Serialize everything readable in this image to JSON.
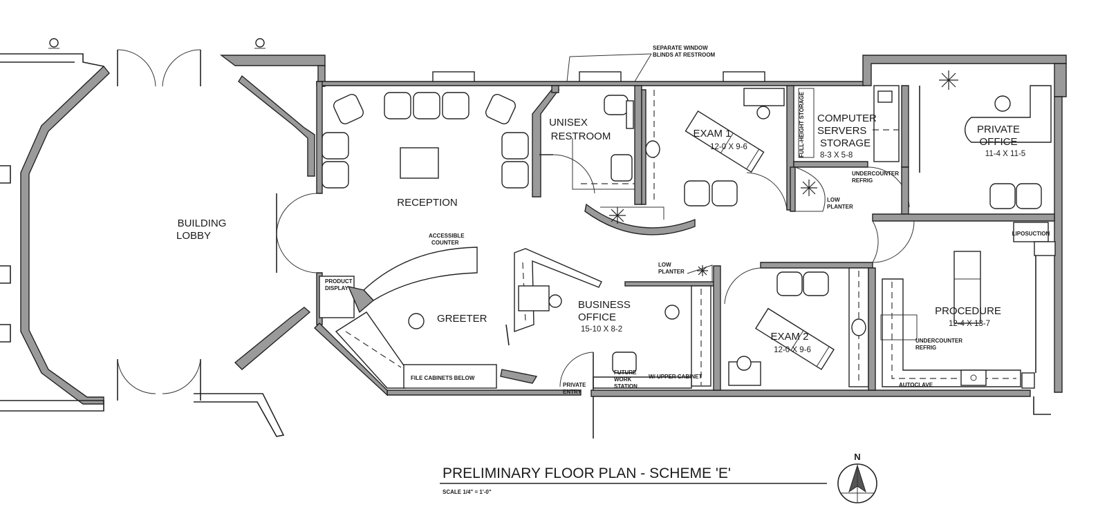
{
  "title": "PRELIMINARY FLOOR PLAN - SCHEME 'E'",
  "scale": "SCALE 1/4\" = 1'-0\"",
  "north": "N",
  "rooms": {
    "building_lobby": [
      "BUILDING",
      "LOBBY"
    ],
    "reception": "RECEPTION",
    "unisex_restroom": [
      "UNISEX",
      "RESTROOM"
    ],
    "exam1": {
      "name": "EXAM 1",
      "dims": "12-0 X 9-6"
    },
    "computer": {
      "lines": [
        "COMPUTER",
        "SERVERS",
        "STORAGE"
      ],
      "dims": "8-3 X 5-8"
    },
    "private_office": {
      "lines": [
        "PRIVATE",
        "OFFICE"
      ],
      "dims": "11-4 X 11-5"
    },
    "greeter": "GREETER",
    "business_office": {
      "lines": [
        "BUSINESS",
        "OFFICE"
      ],
      "dims": "15-10 X 8-2"
    },
    "exam2": {
      "name": "EXAM 2",
      "dims": "12-0 X 9-6"
    },
    "procedure": {
      "name": "PROCEDURE",
      "dims": "12-4 X 13-7"
    }
  },
  "notes": {
    "window_blinds": [
      "SEPARATE WINDOW",
      "BLINDS AT RESTROOM"
    ],
    "full_height_storage": "FULL-HEIGHT STORAGE",
    "undercounter_refrig_top": [
      "UNDERCOUNTER",
      "REFRIG"
    ],
    "low_planter_top": [
      "LOW",
      "PLANTER"
    ],
    "liposuction": "LIPOSUCTION",
    "accessible_counter": [
      "ACCESSIBLE",
      "COUNTER"
    ],
    "product_display": [
      "PRODUCT",
      "DISPLAY"
    ],
    "low_planter_mid": [
      "LOW",
      "PLANTER"
    ],
    "undercounter_refrig_bottom": [
      "UNDERCOUNTER",
      "REFRIG"
    ],
    "file_cabinets": "FILE CABINETS BELOW",
    "private_entry": [
      "PRIVATE",
      "ENTRY"
    ],
    "future_work_station": [
      "FUTURE",
      "WORK",
      "STATION"
    ],
    "upper_cabinet": "W/ UPPER CABINET",
    "autoclave": "AUTOCLAVE"
  }
}
